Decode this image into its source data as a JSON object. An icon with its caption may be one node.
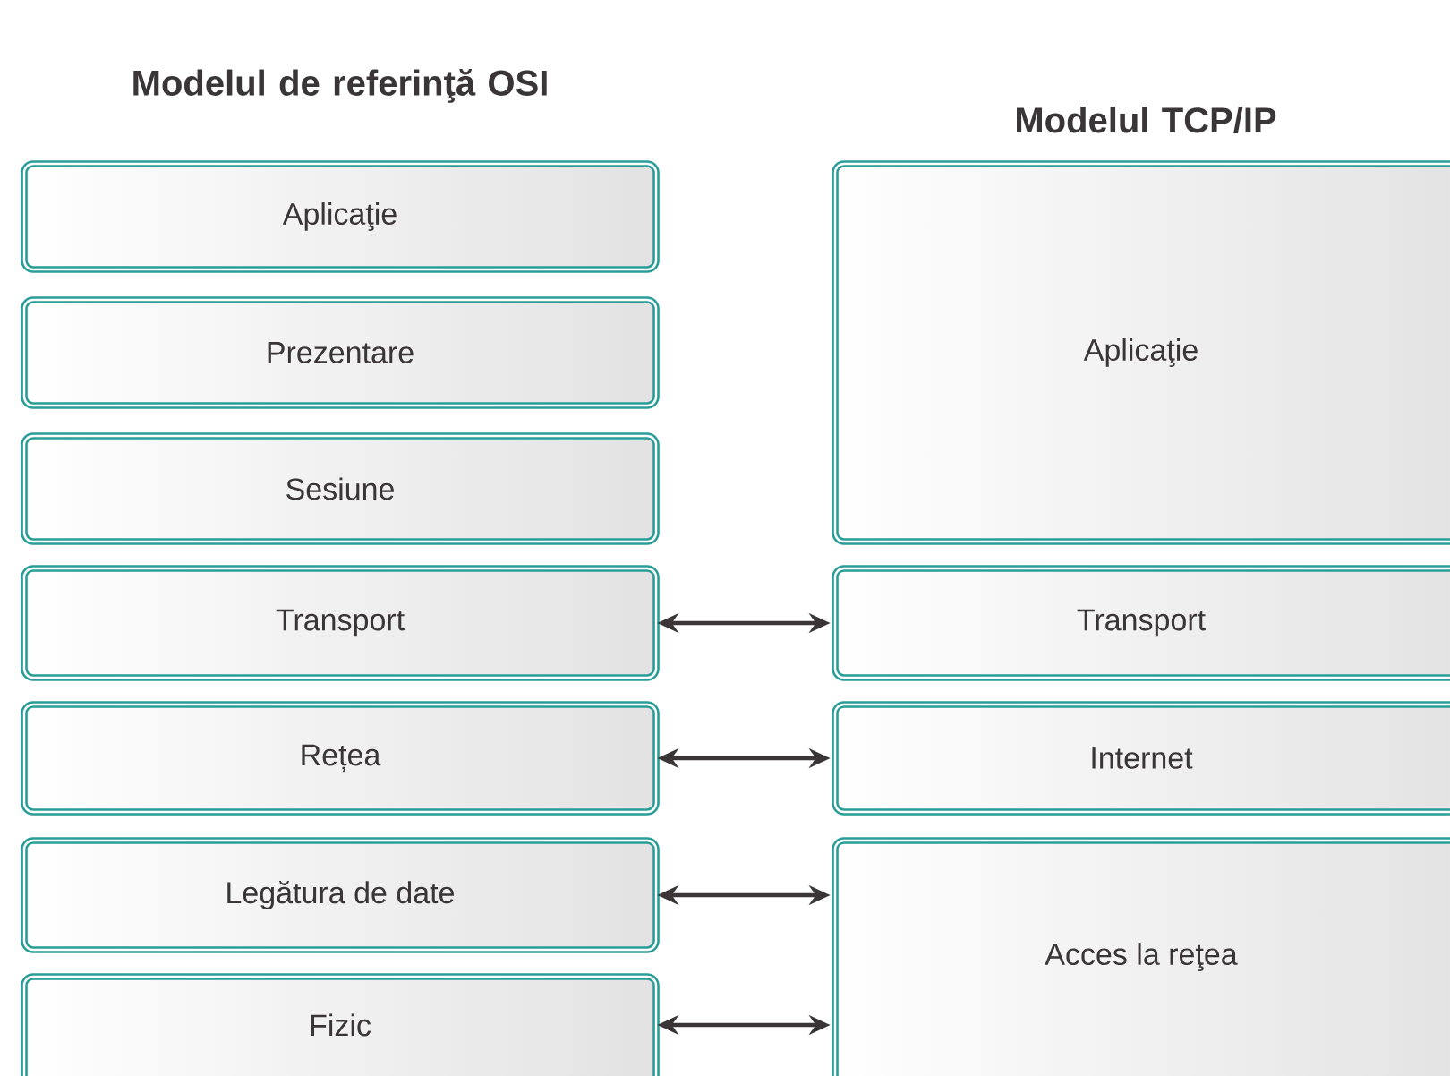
{
  "diagram": {
    "nodes": [
      {
        "text": [
          "Aplicaţie"
        ]
      },
      {
        "text": [
          "Prezentare"
        ]
      },
      {
        "text": [
          "Sesiune"
        ]
      },
      {
        "text": [
          "Transport"
        ]
      },
      {
        "text": [
          "Rețea"
        ]
      },
      {
        "text": [
          "Legătura de date"
        ]
      },
      {
        "text": [
          "Fizic"
        ]
      },
      {
        "text": [
          "Aplicaţie"
        ]
      },
      {
        "text": [
          "Transport"
        ]
      },
      {
        "text": [
          "Internet"
        ]
      },
      {
        "text": [
          "Acces la reţea"
        ]
      }
    ],
    "edges": [
      {
        "from": 3,
        "to": 8,
        "arrow": "both"
      },
      {
        "from": 4,
        "to": 9,
        "arrow": "both"
      },
      {
        "from": 5,
        "to": 10,
        "arrow": "both"
      },
      {
        "from": 6,
        "to": 10,
        "arrow": "both"
      }
    ],
    "labels": [
      "Modelul de referinţă OSI",
      "Modelul TCP/IP"
    ]
  }
}
